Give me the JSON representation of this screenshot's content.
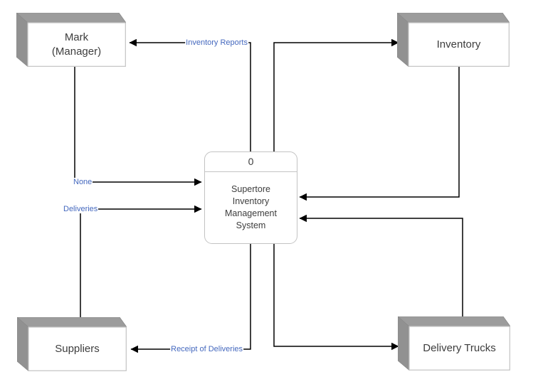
{
  "process": {
    "id": "0",
    "name": "Supertore\nInventory\nManagement\nSystem"
  },
  "entities": {
    "mark": {
      "label": "Mark\n(Manager)"
    },
    "inventory": {
      "label": "Inventory"
    },
    "suppliers": {
      "label": "Suppliers"
    },
    "delivery_trucks": {
      "label": "Delivery Trucks"
    }
  },
  "flows": {
    "inventory_reports": {
      "label": "Inventory Reports",
      "from": "process",
      "to": "mark"
    },
    "process_to_inventory": {
      "label": "",
      "from": "process",
      "to": "inventory"
    },
    "inventory_to_process": {
      "label": "",
      "from": "inventory",
      "to": "process"
    },
    "none": {
      "label": "None",
      "from": "mark",
      "to": "process"
    },
    "deliveries": {
      "label": "Deliveries",
      "from": "suppliers",
      "to": "process"
    },
    "receipt_of_deliveries": {
      "label": "Receipt of Deliveries",
      "from": "process",
      "to": "suppliers"
    },
    "delivery_trucks_to_process": {
      "label": "",
      "from": "delivery_trucks",
      "to": "process"
    },
    "process_to_delivery_trucks": {
      "label": "",
      "from": "process",
      "to": "delivery_trucks"
    }
  },
  "colors": {
    "flow_label": "#4468BE",
    "line": "#000000",
    "box_top": "#9C9C9C",
    "box_side": "#919191",
    "box_border": "#C3C3C3",
    "text": "#3D3D3D"
  }
}
